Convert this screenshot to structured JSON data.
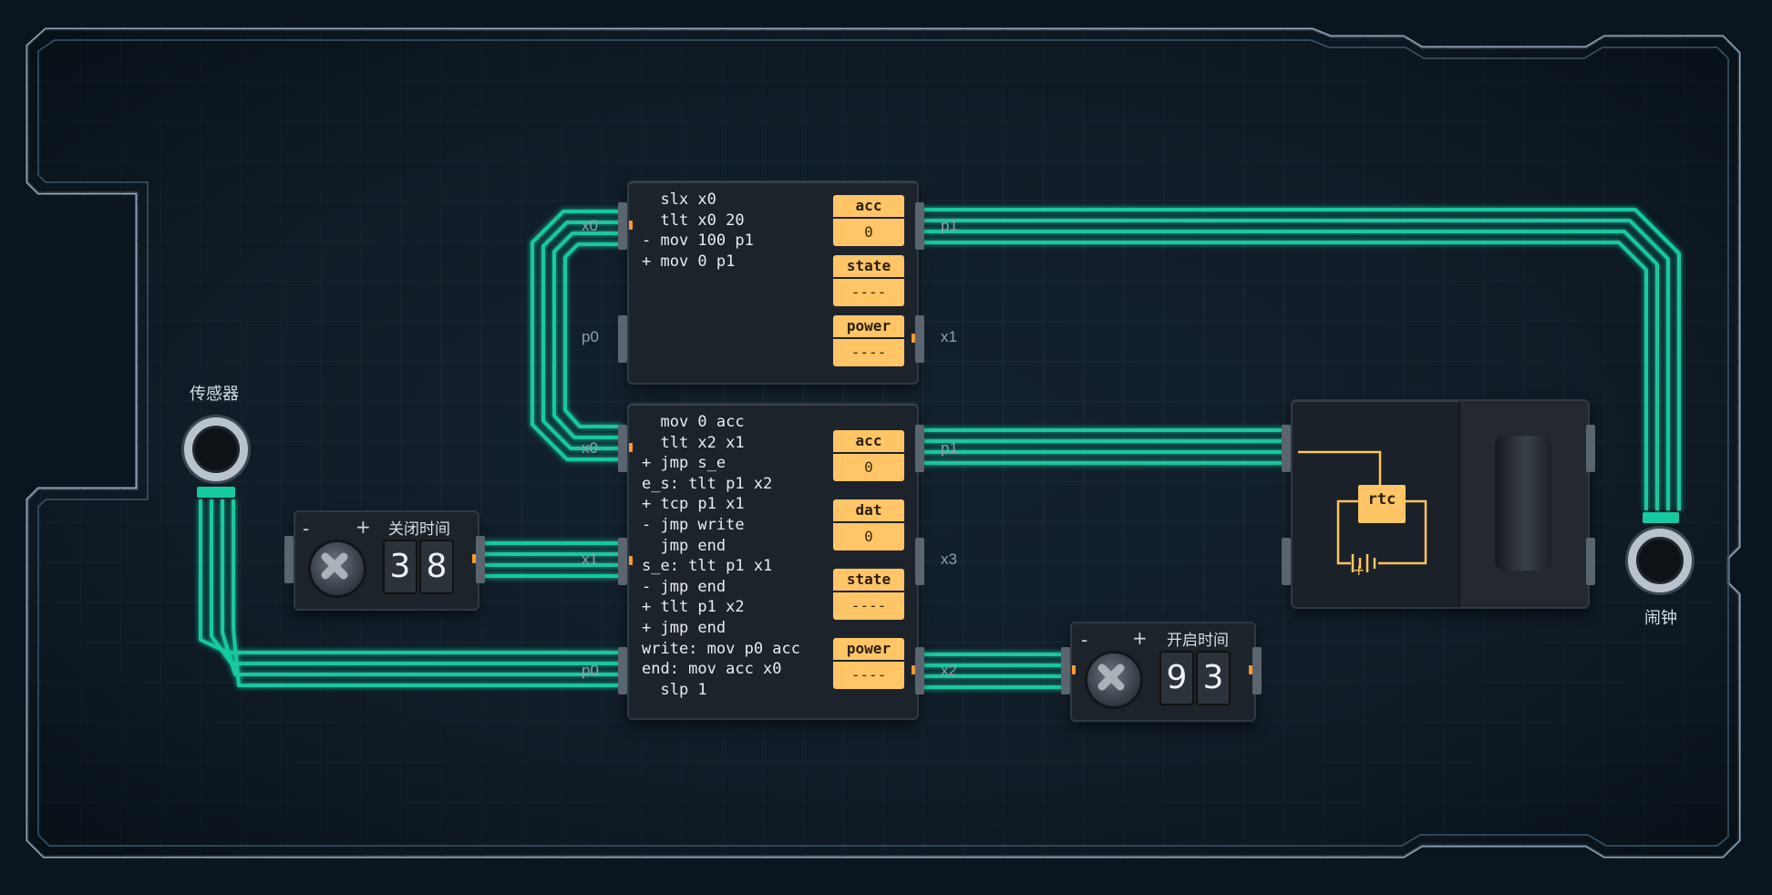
{
  "sensor": {
    "label": "传感器"
  },
  "alarm": {
    "label": "闹钟"
  },
  "close_dial": {
    "label": "关闭时间",
    "digits": [
      "3",
      "8"
    ],
    "minus": "-",
    "plus": "+"
  },
  "open_dial": {
    "label": "开启时间",
    "digits": [
      "9",
      "3"
    ],
    "minus": "-",
    "plus": "+"
  },
  "mc_top": {
    "code": "  slx x0\n  tlt x0 20\n- mov 100 p1\n+ mov 0 p1",
    "registers": [
      {
        "name": "acc",
        "value": "0"
      },
      {
        "name": "state",
        "value": "----"
      },
      {
        "name": "power",
        "value": "----"
      }
    ],
    "ports": {
      "left_top": "x0",
      "left_bottom": "p0",
      "right_top": "p1",
      "right_bottom": "x1"
    }
  },
  "mc_bottom": {
    "code": "  mov 0 acc\n  tlt x2 x1\n+ jmp s_e\ne_s: tlt p1 x2\n+ tcp p1 x1\n- jmp write\n  jmp end\ns_e: tlt p1 x1\n- jmp end\n+ tlt p1 x2\n+ jmp end\nwrite: mov p0 acc\nend: mov acc x0\n  slp 1",
    "registers": [
      {
        "name": "acc",
        "value": "0"
      },
      {
        "name": "dat",
        "value": "0"
      },
      {
        "name": "state",
        "value": "----"
      },
      {
        "name": "power",
        "value": "----"
      }
    ],
    "ports": {
      "left_1": "x0",
      "left_2": "x1",
      "left_3": "p0",
      "right_1": "p1",
      "right_2": "x3",
      "right_3": "x2"
    }
  },
  "rtc": {
    "label": "rtc",
    "battery_sign": "+"
  },
  "colors": {
    "wire": "#17c9a0",
    "register": "#ffc566",
    "chip": "#1d232b",
    "board_outline": "#93a6b8"
  }
}
